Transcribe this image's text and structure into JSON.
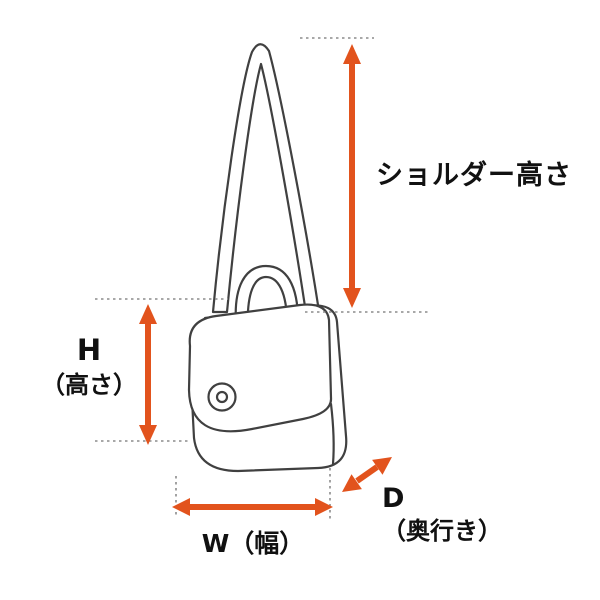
{
  "labels": {
    "shoulder_height": "ショルダー高さ",
    "height_letter": "H",
    "height_sub": "（高さ）",
    "width": "W（幅）",
    "depth_letter": "D",
    "depth_sub": "（奥行き）"
  },
  "colors": {
    "arrow": "#e2531d",
    "outline": "#404040",
    "guide": "#8c8c8c",
    "text": "#111111",
    "background": "#ffffff"
  }
}
